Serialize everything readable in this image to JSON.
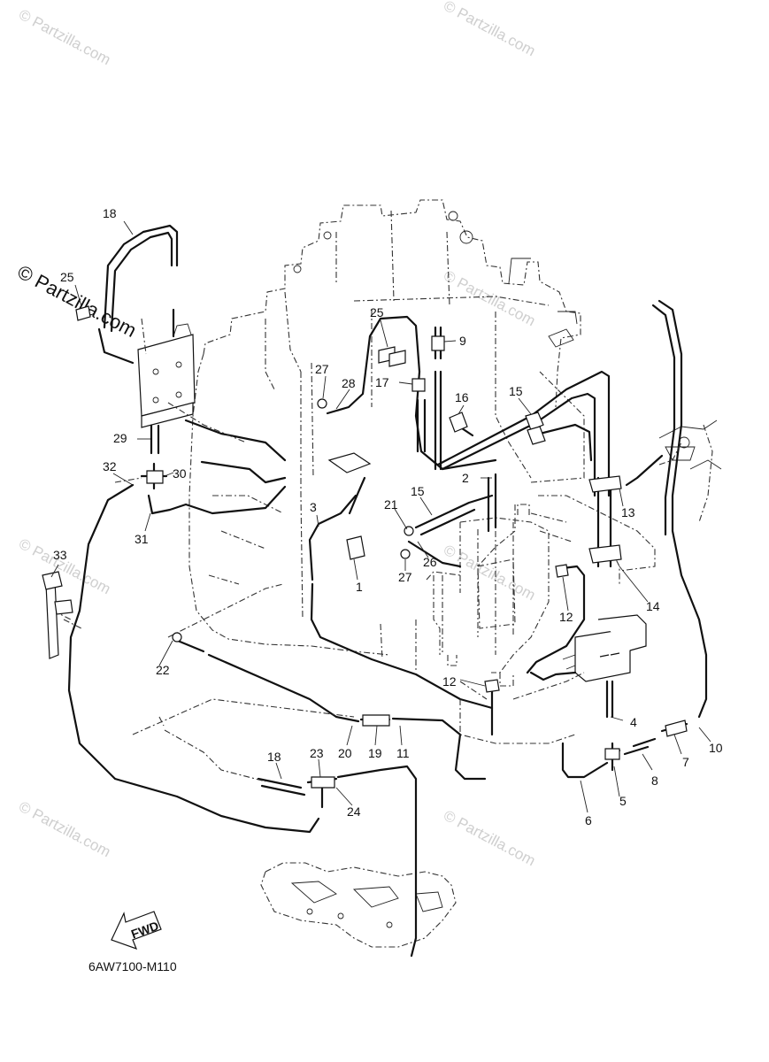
{
  "watermark": {
    "text": "© Partzilla.com",
    "copyright_symbol": "©",
    "site": "Partzilla.com"
  },
  "diagram_code": "6AW7100-M110",
  "fwd_label": "FWD",
  "callouts": [
    {
      "id": "c1",
      "label": "1"
    },
    {
      "id": "c2",
      "label": "2"
    },
    {
      "id": "c3",
      "label": "3"
    },
    {
      "id": "c4",
      "label": "4"
    },
    {
      "id": "c5",
      "label": "5"
    },
    {
      "id": "c6",
      "label": "6"
    },
    {
      "id": "c7",
      "label": "7"
    },
    {
      "id": "c8",
      "label": "8"
    },
    {
      "id": "c9",
      "label": "9"
    },
    {
      "id": "c10",
      "label": "10"
    },
    {
      "id": "c11",
      "label": "11"
    },
    {
      "id": "c12a",
      "label": "12"
    },
    {
      "id": "c12b",
      "label": "12"
    },
    {
      "id": "c13",
      "label": "13"
    },
    {
      "id": "c14",
      "label": "14"
    },
    {
      "id": "c15a",
      "label": "15"
    },
    {
      "id": "c15b",
      "label": "15"
    },
    {
      "id": "c16",
      "label": "16"
    },
    {
      "id": "c17",
      "label": "17"
    },
    {
      "id": "c18a",
      "label": "18"
    },
    {
      "id": "c18b",
      "label": "18"
    },
    {
      "id": "c19",
      "label": "19"
    },
    {
      "id": "c20",
      "label": "20"
    },
    {
      "id": "c21",
      "label": "21"
    },
    {
      "id": "c22",
      "label": "22"
    },
    {
      "id": "c23",
      "label": "23"
    },
    {
      "id": "c24",
      "label": "24"
    },
    {
      "id": "c25a",
      "label": "25"
    },
    {
      "id": "c25b",
      "label": "25"
    },
    {
      "id": "c26",
      "label": "26"
    },
    {
      "id": "c27a",
      "label": "27"
    },
    {
      "id": "c27b",
      "label": "27"
    },
    {
      "id": "c28",
      "label": "28"
    },
    {
      "id": "c29",
      "label": "29"
    },
    {
      "id": "c30",
      "label": "30"
    },
    {
      "id": "c31",
      "label": "31"
    },
    {
      "id": "c32",
      "label": "32"
    },
    {
      "id": "c33",
      "label": "33"
    }
  ]
}
